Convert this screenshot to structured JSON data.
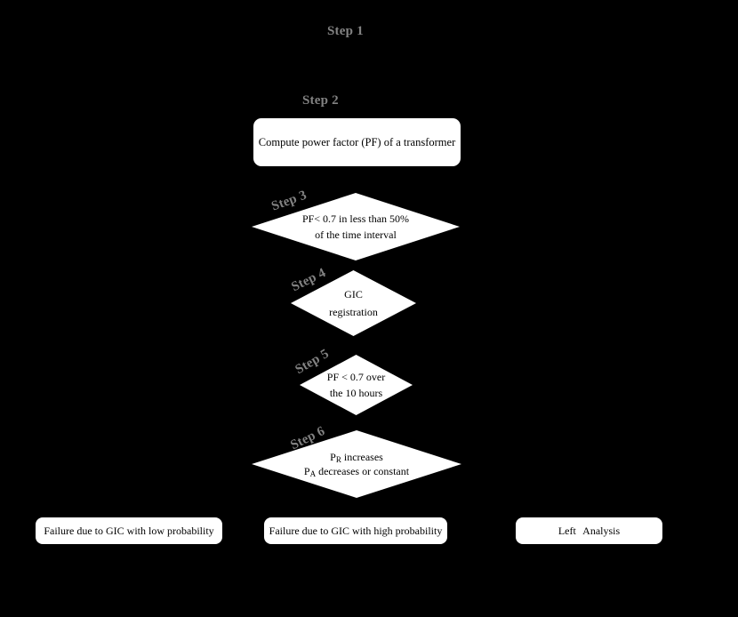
{
  "colors": {
    "background": "#000000",
    "node_fill": "#ffffff",
    "node_text": "#000000",
    "step_label_gray": "#828282"
  },
  "flowchart": {
    "step_labels": [
      "Step 1",
      "Step 2",
      "Step 3",
      "Step 4",
      "Step 5",
      "Step 6"
    ],
    "nodes": {
      "step2_box": "Compute power factor (PF) of a transformer",
      "step3_diamond": {
        "line1": "PF< 0.7 in less than 50%",
        "line2": "of the time interval"
      },
      "step4_diamond": {
        "line1": "GIC",
        "line2": "registration"
      },
      "step5_diamond": {
        "line1": "PF < 0.7 over",
        "line2": "the 10 hours"
      },
      "step6_diamond": {
        "line1_base": "P",
        "line1_sub": "R",
        "line1_rest": " increases",
        "line2_base": "P",
        "line2_sub": "A",
        "line2_rest": " decreases or constant"
      }
    },
    "outcomes": {
      "low": "Failure due to GIC with low probability",
      "high": "Failure due to GIC with high probability",
      "left_analysis": "Left Analysis"
    }
  }
}
